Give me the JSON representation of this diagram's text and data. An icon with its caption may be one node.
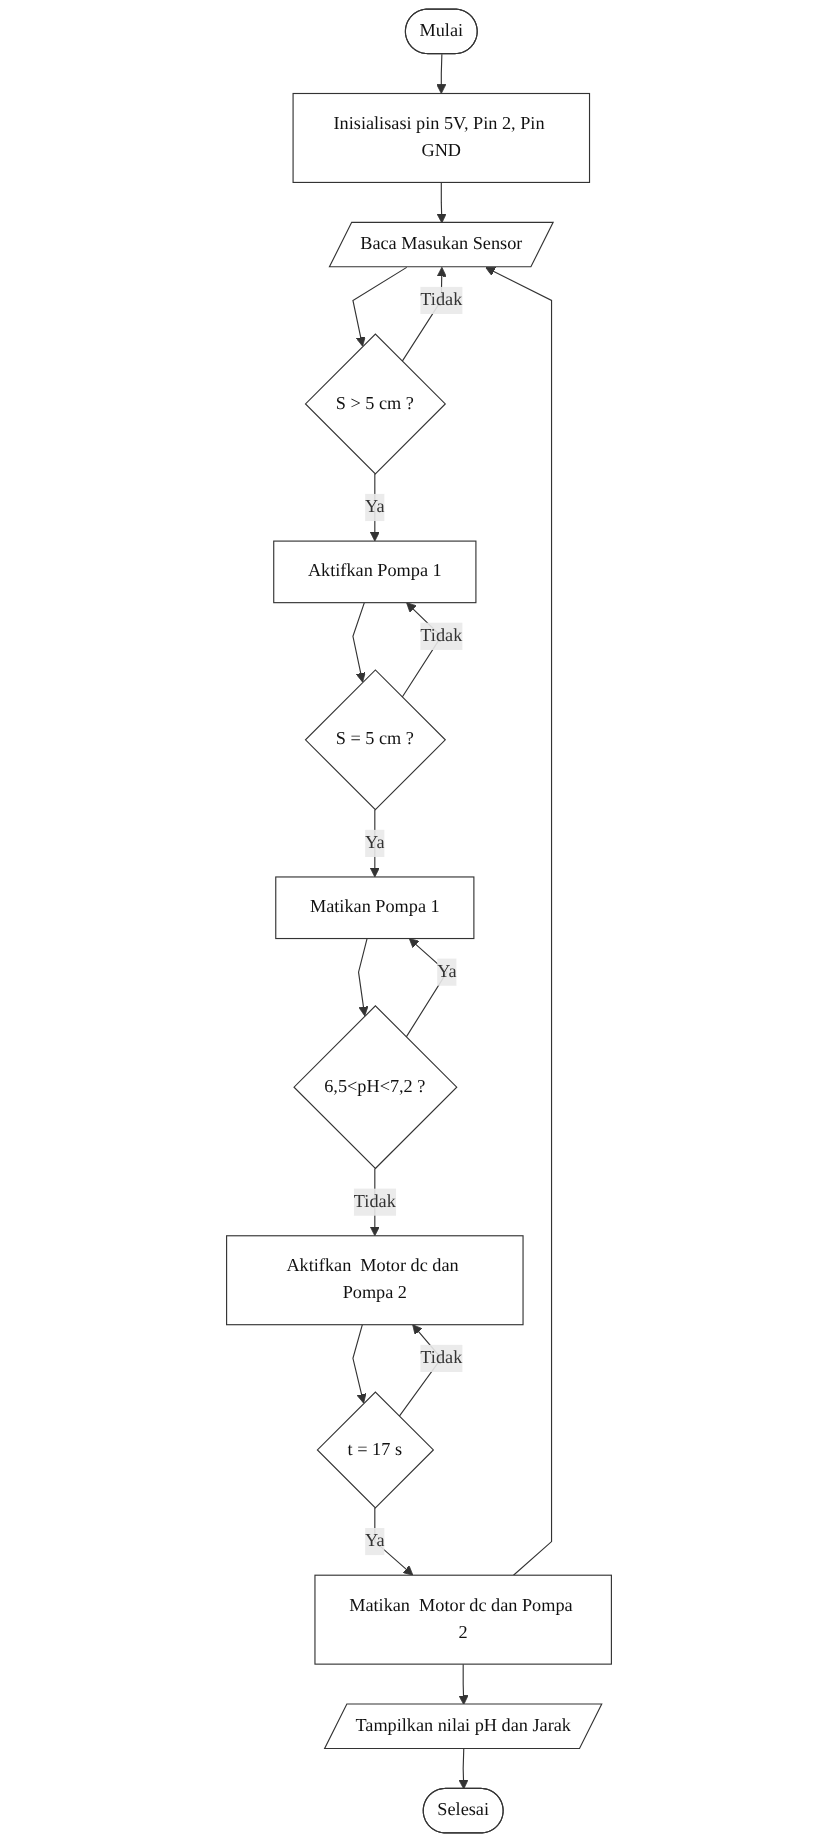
{
  "diagram": {
    "nodes": [
      {
        "text": [
          "Mulai"
        ]
      },
      {
        "text": [
          "Inisialisasi pin 5V, Pin 2, Pin GND"
        ]
      },
      {
        "text": [
          "Baca Masukan Sensor"
        ]
      },
      {
        "text": [
          "S > 5 cm ?"
        ]
      },
      {
        "text": [
          "Aktifkan Pompa 1"
        ]
      },
      {
        "text": [
          "S = 5 cm ?"
        ]
      },
      {
        "text": [
          "Matikan Pompa 1"
        ]
      },
      {
        "text": [
          "6,5<pH<7,2 ?"
        ]
      },
      {
        "text": [
          "Aktifkan  Motor dc dan Pompa 2"
        ]
      },
      {
        "text": [
          "t = 17 s"
        ]
      },
      {
        "text": [
          "Matikan  Motor dc dan Pompa 2"
        ]
      },
      {
        "text": [
          "Tampilkan nilai pH dan Jarak"
        ]
      },
      {
        "text": [
          "Selesai"
        ]
      }
    ],
    "edges": [
      {
        "from": 0,
        "to": 1,
        "arrow": "to"
      },
      {
        "from": 1,
        "to": 2,
        "arrow": "to"
      },
      {
        "from": 2,
        "to": 3,
        "arrow": "to"
      },
      {
        "from": 3,
        "to": 2,
        "label": "Tidak",
        "arrow": "to"
      },
      {
        "from": 3,
        "to": 4,
        "label": "Ya",
        "arrow": "to"
      },
      {
        "from": 4,
        "to": 5,
        "arrow": "to"
      },
      {
        "from": 5,
        "to": 4,
        "label": "Tidak",
        "arrow": "to"
      },
      {
        "from": 5,
        "to": 6,
        "label": "Ya",
        "arrow": "to"
      },
      {
        "from": 6,
        "to": 7,
        "arrow": "to"
      },
      {
        "from": 7,
        "to": 6,
        "label": "Ya",
        "arrow": "to"
      },
      {
        "from": 7,
        "to": 8,
        "label": "Tidak",
        "arrow": "to"
      },
      {
        "from": 8,
        "to": 9,
        "arrow": "to"
      },
      {
        "from": 9,
        "to": 8,
        "label": "Tidak",
        "arrow": "to"
      },
      {
        "from": 9,
        "to": 10,
        "label": "Ya",
        "arrow": "to"
      },
      {
        "from": 10,
        "to": 11,
        "arrow": "to"
      },
      {
        "from": 10,
        "to": 2,
        "arrow": "to"
      },
      {
        "from": 11,
        "to": 12,
        "arrow": "to"
      }
    ]
  }
}
